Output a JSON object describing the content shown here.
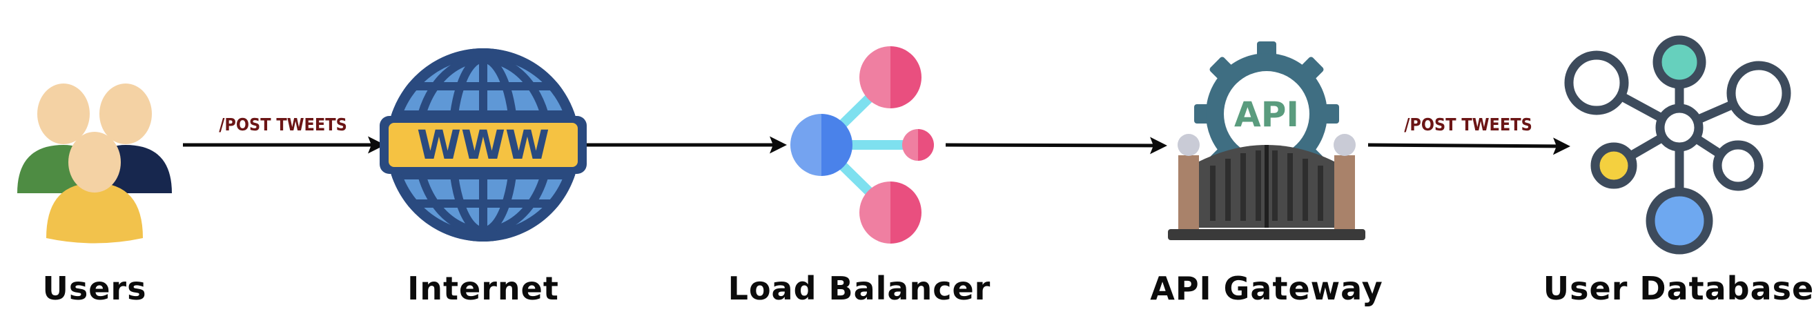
{
  "nodes": [
    {
      "id": "users",
      "label": "Users",
      "icon": "users-icon"
    },
    {
      "id": "internet",
      "label": "Internet",
      "icon": "globe-www-icon"
    },
    {
      "id": "load_balancer",
      "label": "Load Balancer",
      "icon": "load-balancer-icon"
    },
    {
      "id": "api_gateway",
      "label": "API Gateway",
      "icon": "api-gateway-icon"
    },
    {
      "id": "user_database",
      "label": "User Database",
      "icon": "database-network-icon"
    }
  ],
  "edges": [
    {
      "from": "users",
      "to": "internet",
      "label": "/POST TWEETS"
    },
    {
      "from": "internet",
      "to": "load_balancer",
      "label": ""
    },
    {
      "from": "load_balancer",
      "to": "api_gateway",
      "label": ""
    },
    {
      "from": "api_gateway",
      "to": "user_database",
      "label": "/POST TWEETS"
    }
  ],
  "icons": {
    "globe_text": "WWW",
    "gateway_text": "API"
  },
  "colors": {
    "label_text": "#0b0b0b",
    "edge_label_text": "#6b1515",
    "globe_blue": "#2a4a7f",
    "globe_light": "#6ea8e0",
    "www_banner": "#f5c242",
    "pink": "#e94f7f",
    "cyan": "#7ee0ef",
    "lb_blue": "#5f91ea",
    "gear": "#3f6e82",
    "api_green": "#5a9c7e",
    "db_stroke": "#3d4b5c",
    "db_teal": "#66d0bd",
    "db_yellow": "#f4d03f",
    "db_blue": "#6ea8f0"
  }
}
